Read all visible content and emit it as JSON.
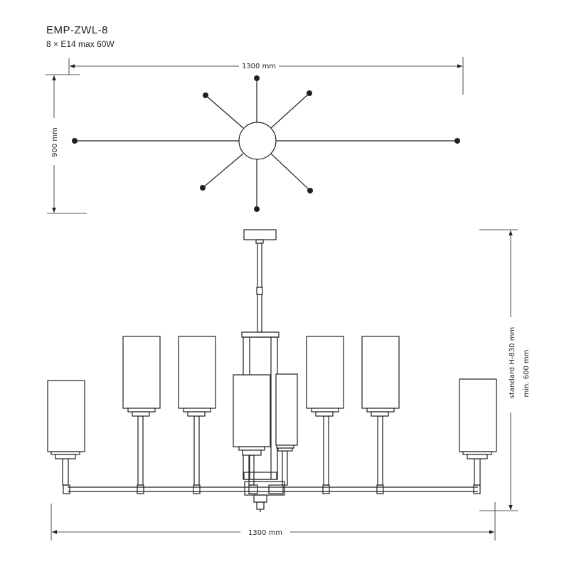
{
  "product": {
    "model": "EMP-ZWL-8",
    "spec": "8 × E14 max 60W"
  },
  "dimensions": {
    "top_width": "1300 mm",
    "top_depth": "900 mm",
    "bottom_width": "1300 mm",
    "height_standard": "standard H-830 mm",
    "height_min": "min. 600 mm"
  },
  "colors": {
    "line": "#231f20",
    "background": "#ffffff"
  }
}
